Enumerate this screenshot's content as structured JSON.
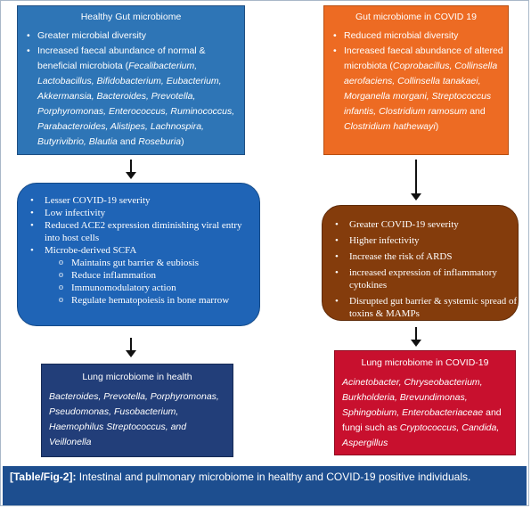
{
  "healthy_gut": {
    "title": "Healthy Gut microbiome",
    "point1": "Greater microbial diversity",
    "point2_lead": "Increased faecal abundance of normal & beneficial microbiota (",
    "point2_species": "Fecalibacterium, Lactobacillus, Bifidobacterium, Eubacterium, Akkermansia, Bacteroides, Prevotella, Porphyromonas, Enterococcus, Ruminococcus, Parabacteroides, Alistipes, Lachnospira, Butyrivibrio, Blautia",
    "point2_and": " and ",
    "point2_last": "Roseburia",
    "point2_close": ")"
  },
  "covid_gut": {
    "title": "Gut microbiome in COVID 19",
    "point1": "Reduced microbial diversity",
    "point2_lead": "Increased faecal abundance of altered microbiota (",
    "point2_species": "Coprobacillus, Collinsella aerofaciens, Collinsella tanakaei, Morganella morgani, Streptococcus infantis, Clostridium ramosum",
    "point2_and": " and ",
    "point2_last": "Clostridium hathewayi",
    "point2_close": ")"
  },
  "healthy_effects": {
    "items": [
      "Lesser COVID-19 severity",
      "Low infectivity",
      "Reduced ACE2 expression diminishing viral entry into host cells",
      "Microbe-derived SCFA"
    ],
    "sub_items": [
      "Maintains gut barrier & eubiosis",
      "Reduce inflammation",
      "Immunomodulatory action",
      "Regulate hematopoiesis in bone marrow"
    ]
  },
  "covid_effects": {
    "items": [
      "Greater COVID-19 severity",
      "Higher infectivity",
      "Increase the risk of ARDS",
      "increased expression of inflammatory cytokines",
      "Disrupted gut barrier & systemic spread of toxins & MAMPs"
    ]
  },
  "healthy_lung": {
    "title": "Lung microbiome in health",
    "species": "Bacteroides, Prevotella, Porphyromonas, Pseudomonas, Fusobacterium, Haemophilus Streptococcus, and Veillonella"
  },
  "covid_lung": {
    "title": "Lung microbiome in COVID-19",
    "species": "Acinetobacter, Chryseobacterium, Burkholderia, Brevundimonas, Sphingobium, Enterobacteriaceae",
    "and_fungi": " and fungi such as ",
    "fungi": "Cryptococcus, Candida, Aspergillus"
  },
  "caption": {
    "label": "[Table/Fig-2]:",
    "text": " Intestinal and pulmonary microbiome in healthy and COVID-19 positive individuals."
  },
  "colors": {
    "healthy_gut": "#2e75b6",
    "covid_gut": "#ed6b23",
    "healthy_effects": "#1f64b6",
    "covid_effects": "#843c0c",
    "healthy_lung": "#223e79",
    "covid_lung": "#c8102e",
    "caption": "#1d4e8f"
  }
}
